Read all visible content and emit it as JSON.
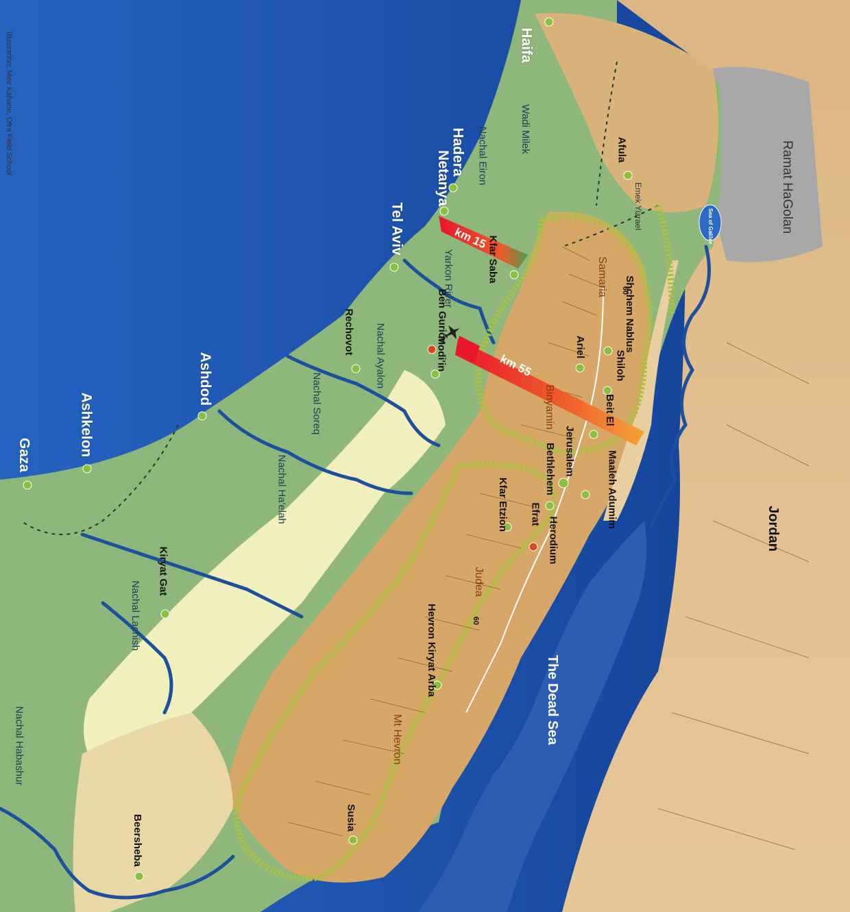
{
  "cities": [
    {
      "id": "haifa",
      "label": "Haifa",
      "white": true
    },
    {
      "id": "hadera",
      "label": "Hadera",
      "white": true
    },
    {
      "id": "netanya",
      "label": "Netanya",
      "white": true
    },
    {
      "id": "tel-aviv",
      "label": "Tel Aviv",
      "white": true
    },
    {
      "id": "ashdod",
      "label": "Ashdod",
      "white": true
    },
    {
      "id": "ashkelon",
      "label": "Ashkelon",
      "white": true
    },
    {
      "id": "gaza",
      "label": "Gaza",
      "white": true
    },
    {
      "id": "afula",
      "label": "Afula"
    },
    {
      "id": "kfar-saba",
      "label": "Kfar Saba"
    },
    {
      "id": "ben-gurion",
      "label": "Ben Gurion"
    },
    {
      "id": "rechovot",
      "label": "Rechovot"
    },
    {
      "id": "modiin",
      "label": "Modi'in"
    },
    {
      "id": "shchem",
      "label": "Shchem Nablus"
    },
    {
      "id": "ariel",
      "label": "Ariel"
    },
    {
      "id": "shiloh",
      "label": "Shiloh"
    },
    {
      "id": "beit-el",
      "label": "Beit El"
    },
    {
      "id": "jerusalem",
      "label": "Jerusalem"
    },
    {
      "id": "bethlehem",
      "label": "Bethlehem"
    },
    {
      "id": "maaleh-adumim",
      "label": "Maaleh Adumim"
    },
    {
      "id": "kfar-etzion",
      "label": "Kfar Etzion"
    },
    {
      "id": "efrat",
      "label": "Efrat"
    },
    {
      "id": "herodium",
      "label": "Herodium"
    },
    {
      "id": "kiryat-gat",
      "label": "Kiryat Gat"
    },
    {
      "id": "hevron",
      "label": "Hevron Kiryat Arba"
    },
    {
      "id": "susia",
      "label": "Susia"
    },
    {
      "id": "beersheba",
      "label": "Beersheba"
    }
  ],
  "rivers": [
    {
      "id": "wadi-milek",
      "label": "Wadi Milek"
    },
    {
      "id": "nachal-eiron",
      "label": "Nachal Eiron"
    },
    {
      "id": "yarkon",
      "label": "Yarkon River"
    },
    {
      "id": "ayalon",
      "label": "Nachal Ayalon"
    },
    {
      "id": "soreq",
      "label": "Nachal Soreq"
    },
    {
      "id": "haelah",
      "label": "Nachal Ha'elah"
    },
    {
      "id": "lachish",
      "label": "Nachal Lachish"
    },
    {
      "id": "habashur",
      "label": "Nachal Habashur"
    }
  ],
  "regions": [
    {
      "id": "emek-yizrael",
      "label": "Emek Yizrael"
    },
    {
      "id": "samaria",
      "label": "Samaria"
    },
    {
      "id": "binyamin",
      "label": "Binyamin"
    },
    {
      "id": "judea",
      "label": "Judea"
    },
    {
      "id": "mt-hevron",
      "label": "Mt Hevron"
    }
  ],
  "seas": [
    {
      "id": "dead-sea",
      "label": "The Dead Sea"
    },
    {
      "id": "sea-of-galilee",
      "label": "Sea of Galilee"
    }
  ],
  "country": "Jordan",
  "plateau": "Ramat HaGolan",
  "distances": [
    {
      "id": "km15",
      "label": "km 15"
    },
    {
      "id": "km55",
      "label": "km 55"
    }
  ],
  "route_labels": [
    "60",
    "60"
  ],
  "credit": "Illustration: Meir Kahane, Ofra Field School",
  "colors": {
    "sea": "#1d56b4",
    "coastal_plain": "#8fb77b",
    "hills": "#d6a767",
    "jordan_valley": "#e8c79a",
    "lowland_hills": "#f2f0c0",
    "golan": "#a7a7a7",
    "river": "#1c4f9c",
    "boundary": "#a7c23d",
    "arrow_start": "#e8152b",
    "arrow_end": "#f59a2a",
    "city_dot": "#8bbf3f",
    "special_dot": "#d94a1e"
  },
  "icons": [
    "airplane-icon"
  ]
}
